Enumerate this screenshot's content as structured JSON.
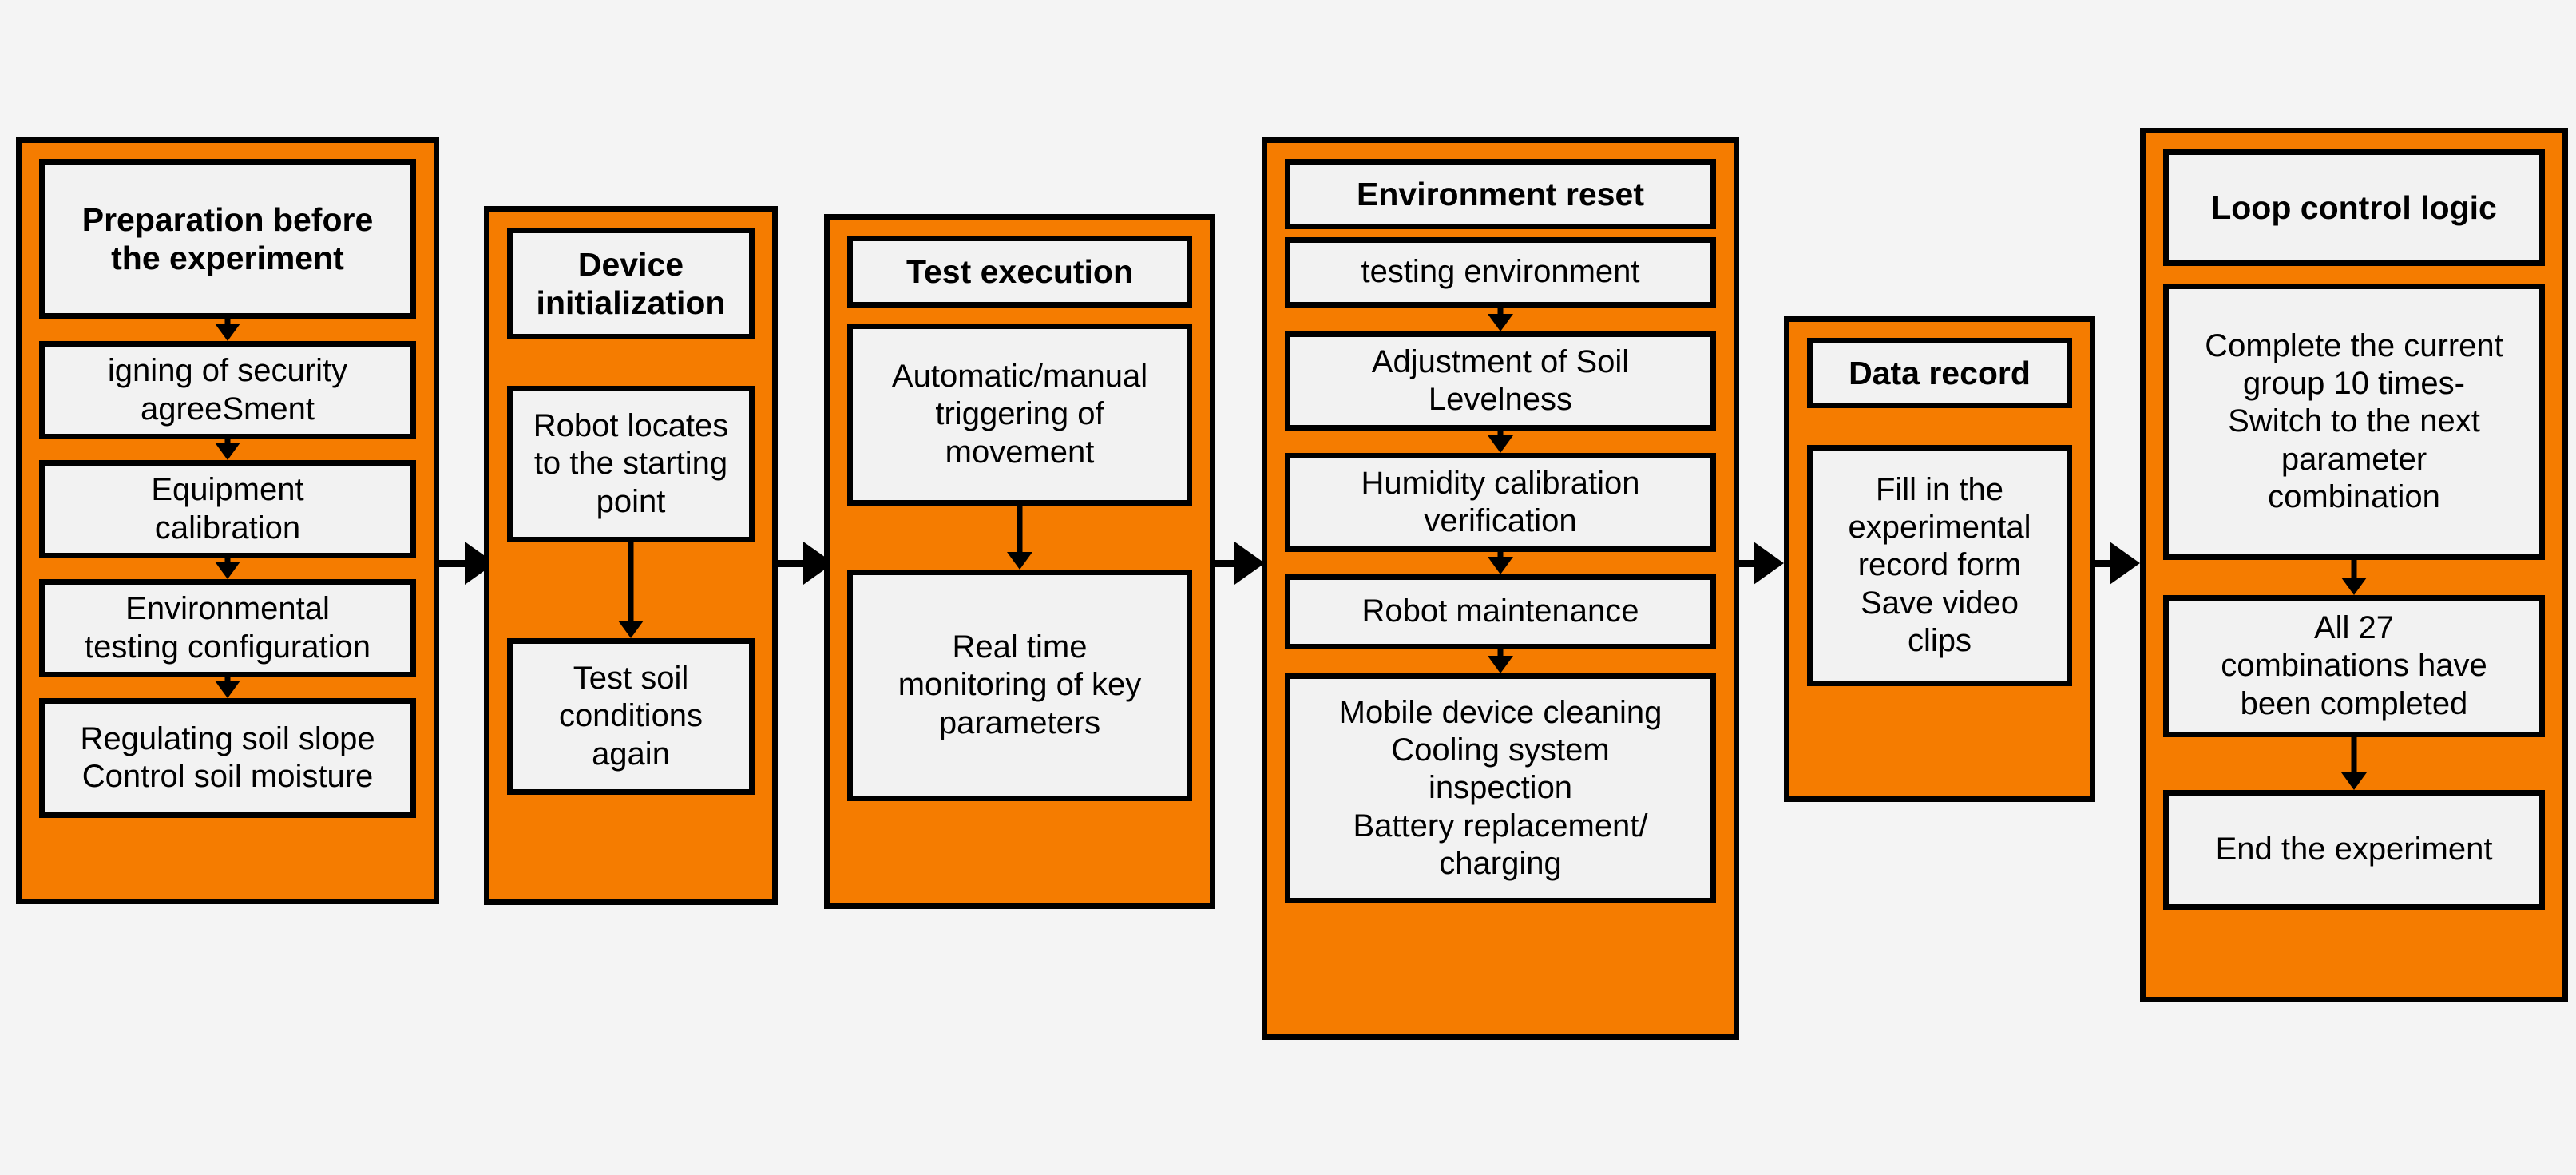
{
  "diagram": {
    "title": "Experimental procedure flowchart",
    "type": "flowchart",
    "orientation": "left-to-right",
    "colors": {
      "stage_fill": "#f57c00",
      "node_fill": "#f2f2f2",
      "outline": "#000000",
      "background": "#f4f4f4"
    },
    "stages": [
      {
        "id": "preparation",
        "header": "Preparation before\nthe experiment",
        "steps": [
          "igning of security\nagreeSment",
          "Equipment\ncalibration",
          "Environmental\ntesting configuration",
          "Regulating soil slope\nControl soil moisture"
        ]
      },
      {
        "id": "device-initialization",
        "header": "Device\ninitialization",
        "steps": [
          "Robot locates\nto the starting\npoint",
          "Test soil\nconditions\nagain"
        ]
      },
      {
        "id": "test-execution",
        "header": "Test execution",
        "steps": [
          "Automatic/manual\ntriggering of\nmovement",
          "Real time\nmonitoring of key\nparameters"
        ]
      },
      {
        "id": "environment-reset",
        "header": "Environment reset",
        "steps": [
          "testing environment",
          "Adjustment of Soil\nLevelness",
          "Humidity calibration\nverification",
          "Robot maintenance",
          "Mobile device cleaning\nCooling system\ninspection\nBattery replacement/\ncharging"
        ]
      },
      {
        "id": "data-record",
        "header": "Data record",
        "steps": [
          "Fill in the\nexperimental\nrecord form\nSave video\nclips"
        ]
      },
      {
        "id": "loop-control-logic",
        "header": "Loop control logic",
        "steps": [
          "Complete the current\ngroup 10 times-\nSwitch to the next\nparameter\ncombination",
          "All 27\ncombinations have\nbeen completed",
          "End the experiment"
        ]
      }
    ],
    "connectors": [
      {
        "from": "preparation",
        "to": "device-initialization"
      },
      {
        "from": "device-initialization",
        "to": "test-execution"
      },
      {
        "from": "test-execution",
        "to": "environment-reset"
      },
      {
        "from": "environment-reset",
        "to": "data-record"
      },
      {
        "from": "data-record",
        "to": "loop-control-logic"
      }
    ]
  }
}
